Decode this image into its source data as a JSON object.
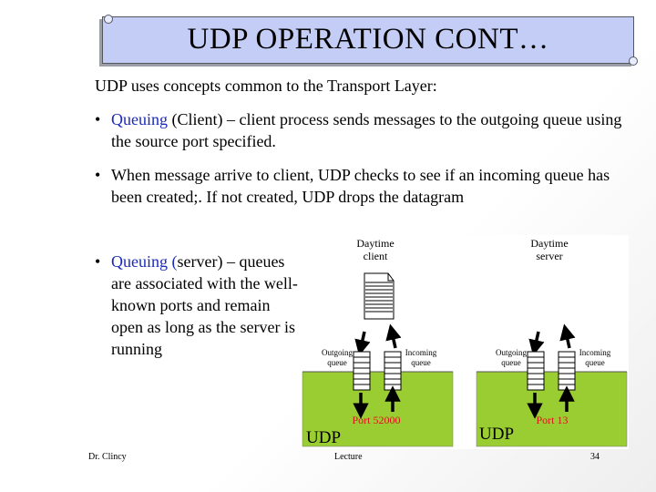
{
  "title": "UDP OPERATION CONT…",
  "intro": "UDP uses concepts common to the Transport Layer:",
  "bullets": [
    {
      "term": "Queuing",
      "rest": " (Client) – client process sends messages to the outgoing queue using the source port specified."
    },
    {
      "term": "",
      "rest": "When message arrive to client, UDP checks to see if an incoming queue has been created;. If not created, UDP drops the datagram"
    },
    {
      "term": "Queuing (",
      "rest": "server) – queues are associated with the well-known ports and remain open as long as the server is running"
    }
  ],
  "bullet_char": "•",
  "diagram": {
    "left": {
      "host_line1": "Daytime",
      "host_line2": "client",
      "outgoing": [
        "Outgoing",
        "queue"
      ],
      "incoming": [
        "Incoming",
        "queue"
      ],
      "layer": "UDP",
      "port": "Port 52000"
    },
    "right": {
      "host_line1": "Daytime",
      "host_line2": "server",
      "outgoing": [
        "Outgoing",
        "queue"
      ],
      "incoming": [
        "Incoming",
        "queue"
      ],
      "layer": "UDP",
      "port": "Port 13"
    },
    "colors": {
      "udp_green": "#9acd32",
      "port_red": "#d41818"
    }
  },
  "footer": {
    "author": "Dr. Clincy",
    "center": "Lecture",
    "page": "34"
  }
}
